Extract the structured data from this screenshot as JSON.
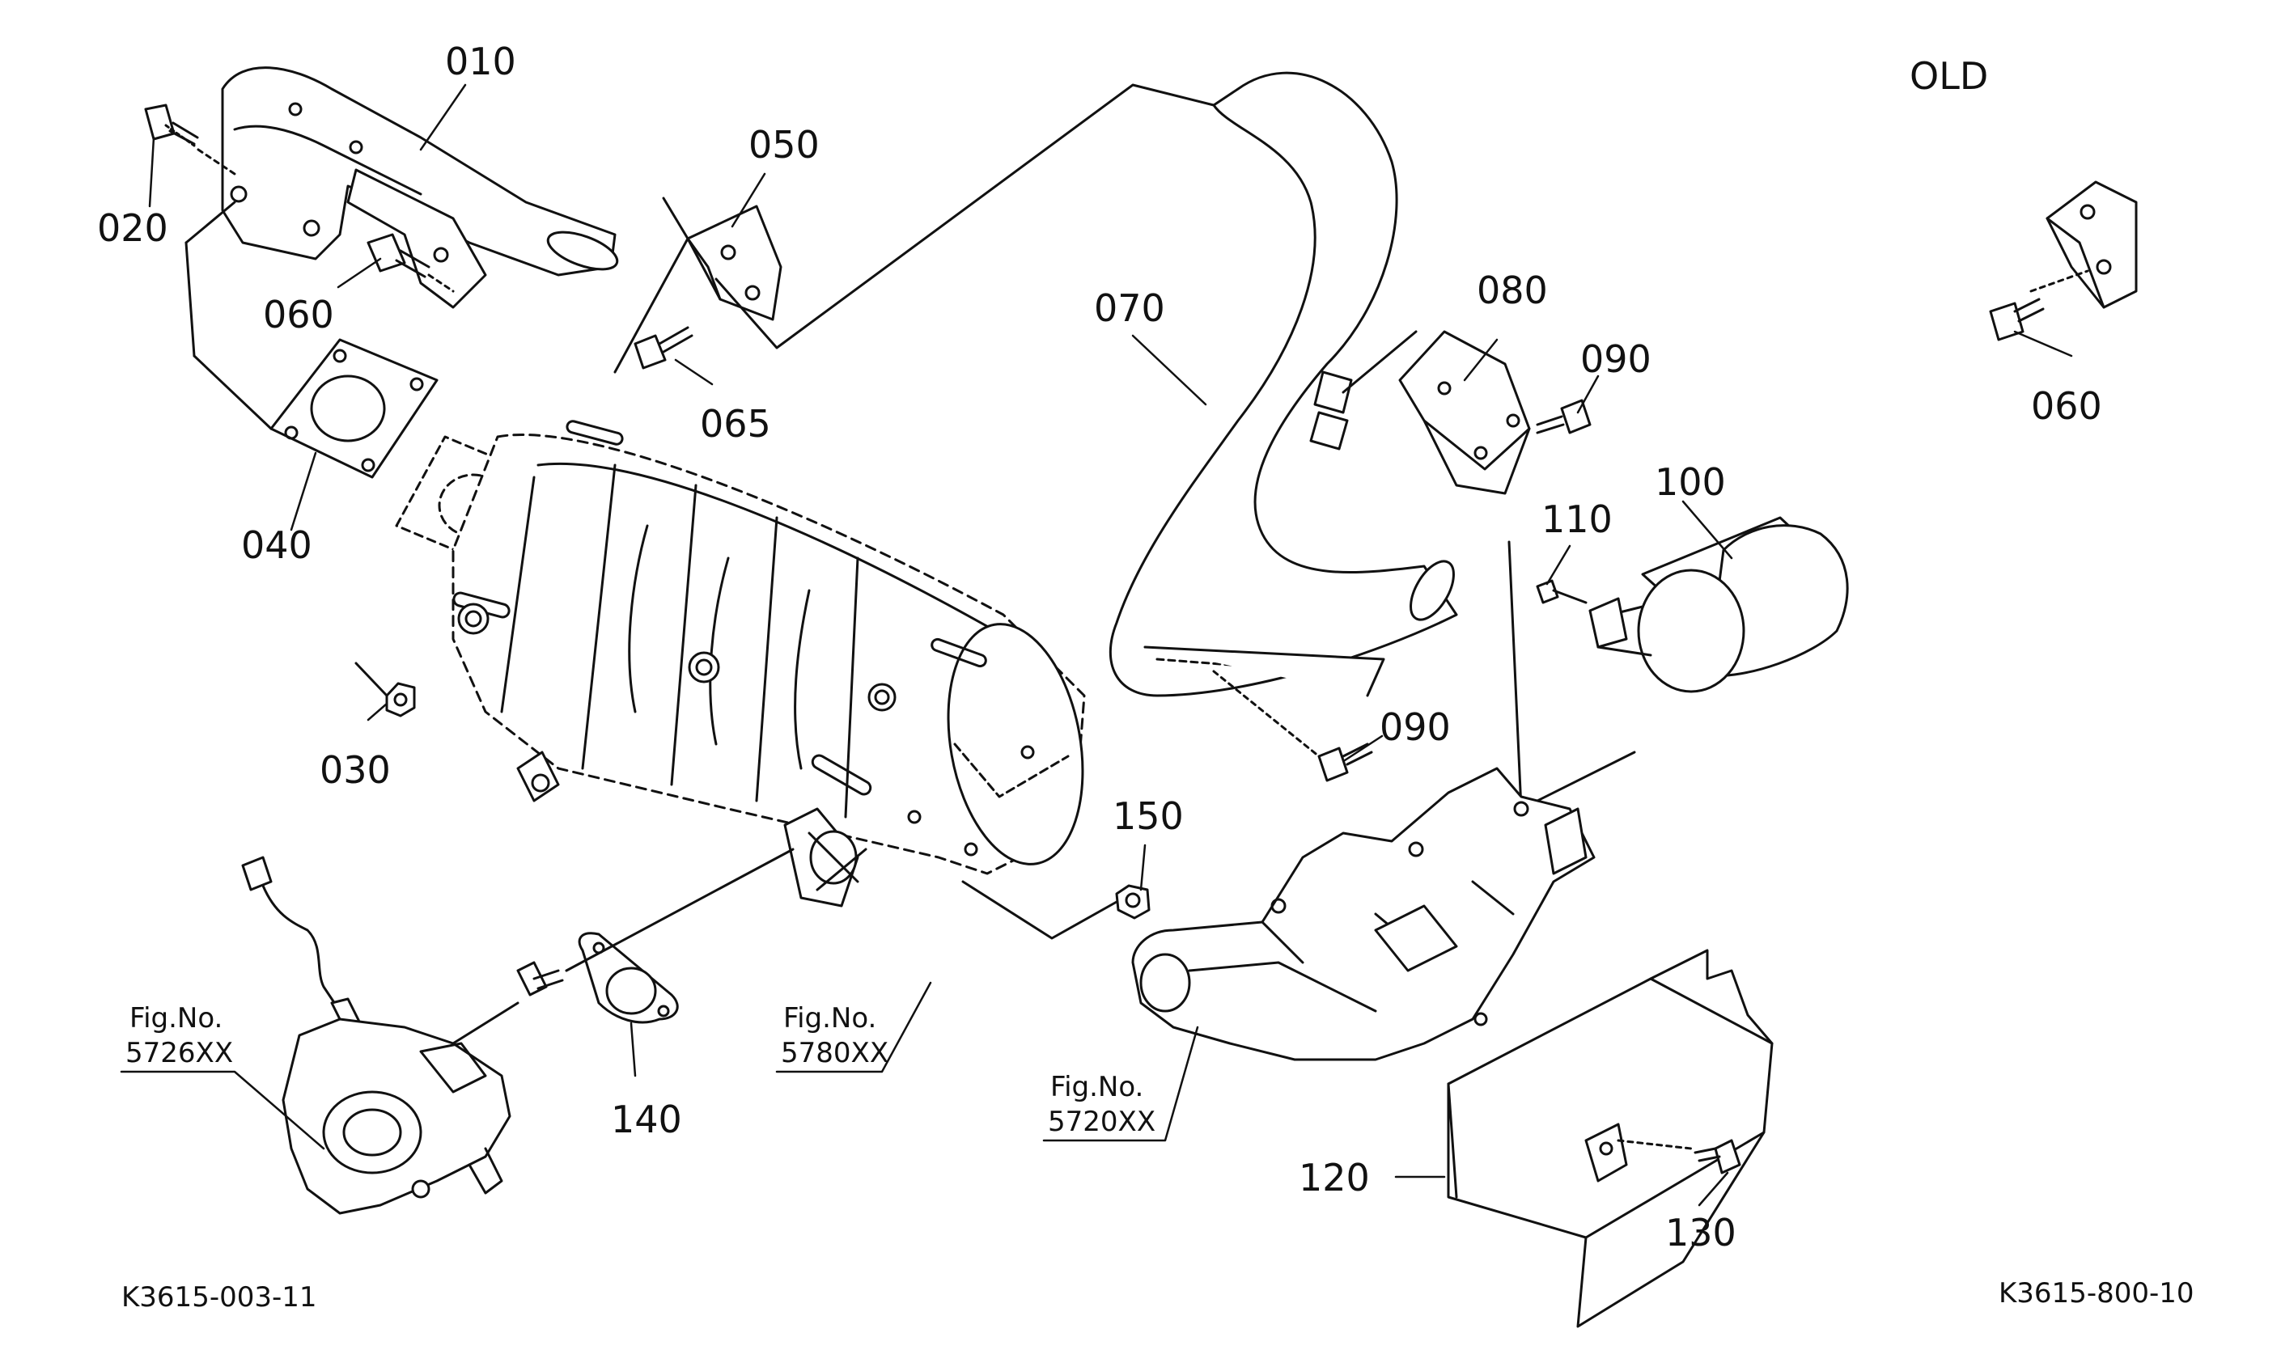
{
  "header": {
    "variant_label": "OLD"
  },
  "footer": {
    "code_left": "K3615-003-11",
    "code_right": "K3615-800-10"
  },
  "callouts": {
    "c010": "010",
    "c020": "020",
    "c030": "030",
    "c040": "040",
    "c050": "050",
    "c060a": "060",
    "c060b": "060",
    "c065": "065",
    "c070": "070",
    "c080": "080",
    "c090a": "090",
    "c090b": "090",
    "c100": "100",
    "c110": "110",
    "c120": "120",
    "c130": "130",
    "c140": "140",
    "c150": "150"
  },
  "figrefs": {
    "f5726": {
      "prefix": "Fig.No.",
      "number": "5726XX"
    },
    "f5780": {
      "prefix": "Fig.No.",
      "number": "5780XX"
    },
    "f5720": {
      "prefix": "Fig.No.",
      "number": "5720XX"
    }
  }
}
